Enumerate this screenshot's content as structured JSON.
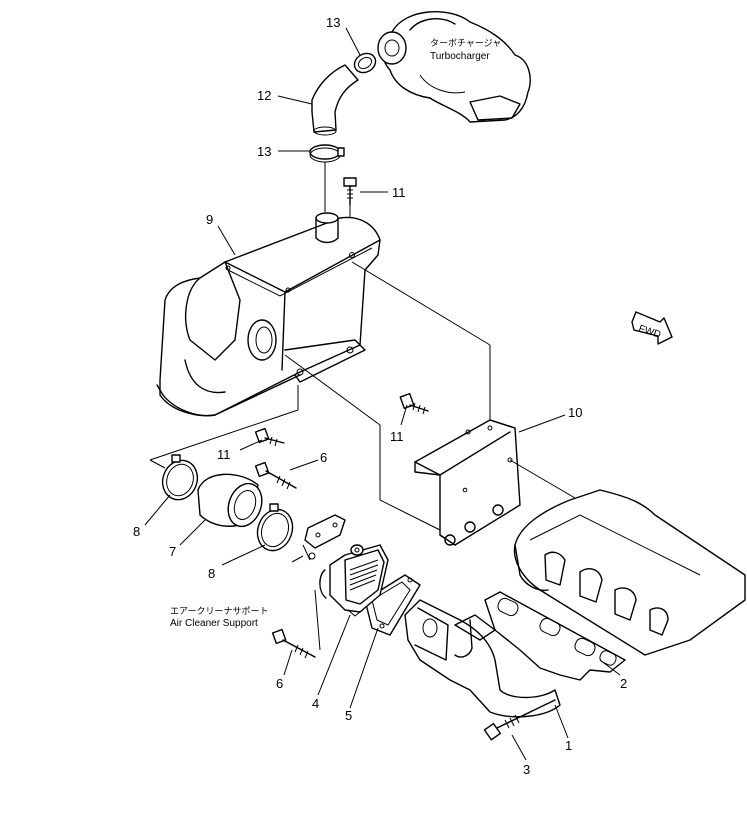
{
  "callouts": [
    {
      "id": "c13a",
      "label": "13"
    },
    {
      "id": "c12",
      "label": "12"
    },
    {
      "id": "c13b",
      "label": "13"
    },
    {
      "id": "c11a",
      "label": "11"
    },
    {
      "id": "c9",
      "label": "9"
    },
    {
      "id": "c10",
      "label": "10"
    },
    {
      "id": "c11b",
      "label": "11"
    },
    {
      "id": "c11c",
      "label": "11"
    },
    {
      "id": "c6a",
      "label": "6"
    },
    {
      "id": "c8a",
      "label": "8"
    },
    {
      "id": "c7",
      "label": "7"
    },
    {
      "id": "c8b",
      "label": "8"
    },
    {
      "id": "c6b",
      "label": "6"
    },
    {
      "id": "c4",
      "label": "4"
    },
    {
      "id": "c5",
      "label": "5"
    },
    {
      "id": "c2",
      "label": "2"
    },
    {
      "id": "c1",
      "label": "1"
    },
    {
      "id": "c3",
      "label": "3"
    }
  ],
  "captions": {
    "turbo_jp": "ターボチャージャ",
    "turbo_en": "Turbocharger",
    "support_jp": "エアークリーナサポート",
    "support_en": "Air Cleaner Support",
    "fwd": "FWD"
  }
}
